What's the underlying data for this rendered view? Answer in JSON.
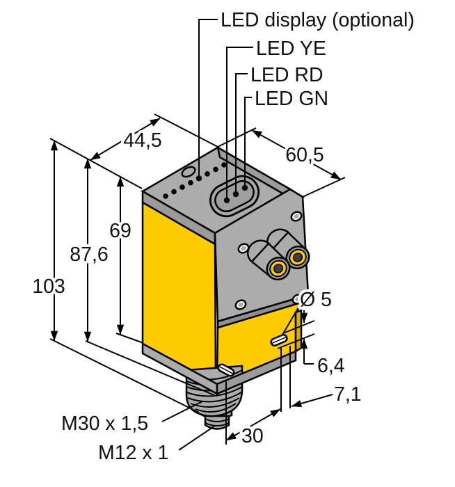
{
  "figure": {
    "kind": "technical dimension drawing",
    "units_style": "millimetres, comma decimals"
  },
  "labels": {
    "led_display": "LED display (optional)",
    "led_ye": "LED YE",
    "led_rd": "LED RD",
    "led_gn": "LED GN",
    "thread_m30": "M30 x 1,5",
    "thread_m12": "M12 x 1"
  },
  "dimensions": {
    "top_width": "44,5",
    "top_depth": "60,5",
    "housing_height": "69",
    "height_with_flange": "87,6",
    "total_height": "103",
    "hole_diameter": "Ø 5",
    "hole_edge_distance": "6,4",
    "hole_side_distance": "7,1",
    "thread_diameter": "30"
  },
  "colors": {
    "housing_yellow": "#FFCC00",
    "housing_yellow_dark": "#D9AE00",
    "housing_gray": "#ACACAC",
    "housing_gray_mid": "#9B9B9B",
    "housing_gray_dark": "#8E8E8E",
    "lens_dark": "#3F3F3F",
    "outline_black": "#000000",
    "background": "#FFFFFF"
  }
}
